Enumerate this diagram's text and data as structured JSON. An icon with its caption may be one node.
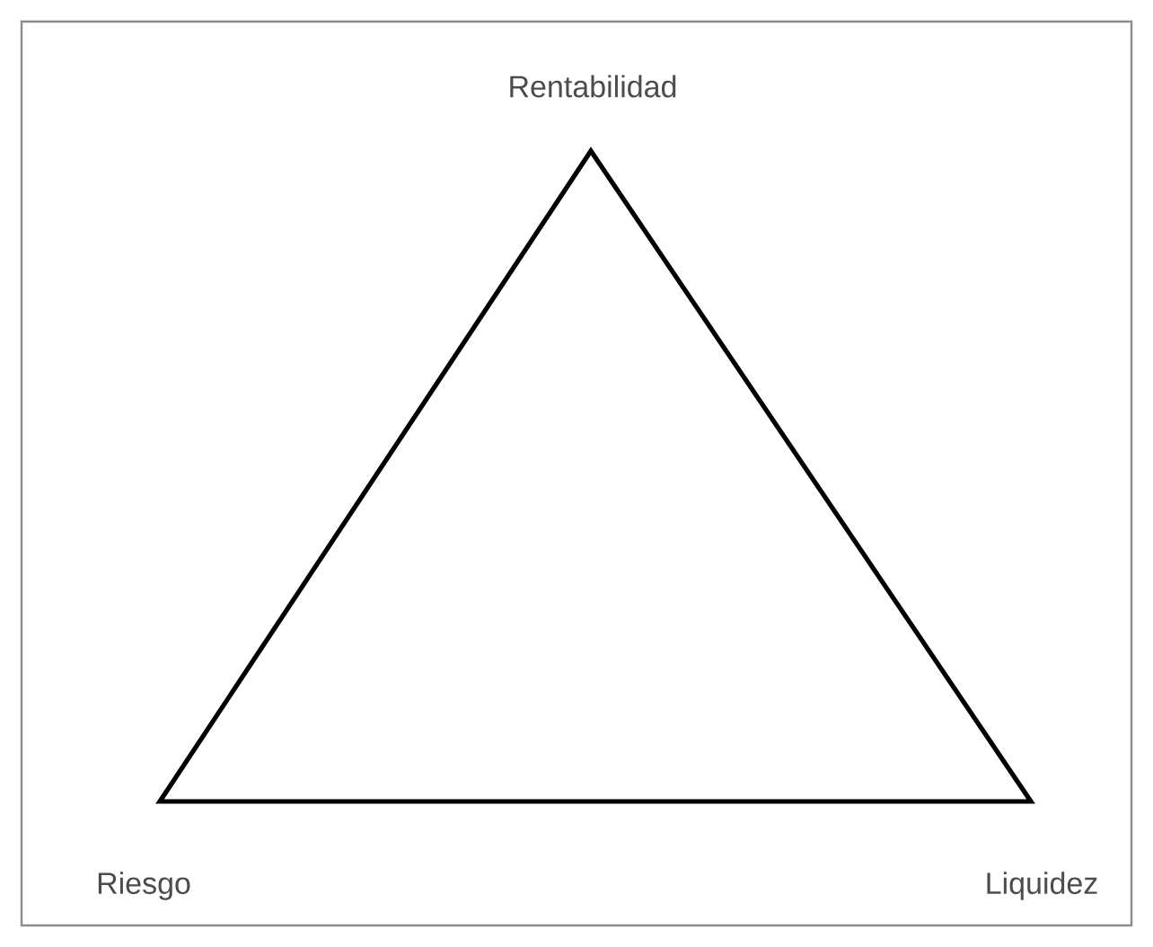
{
  "diagram": {
    "labels": [
      "Rentabilidad",
      "Riesgo",
      "Liquidez"
    ]
  }
}
